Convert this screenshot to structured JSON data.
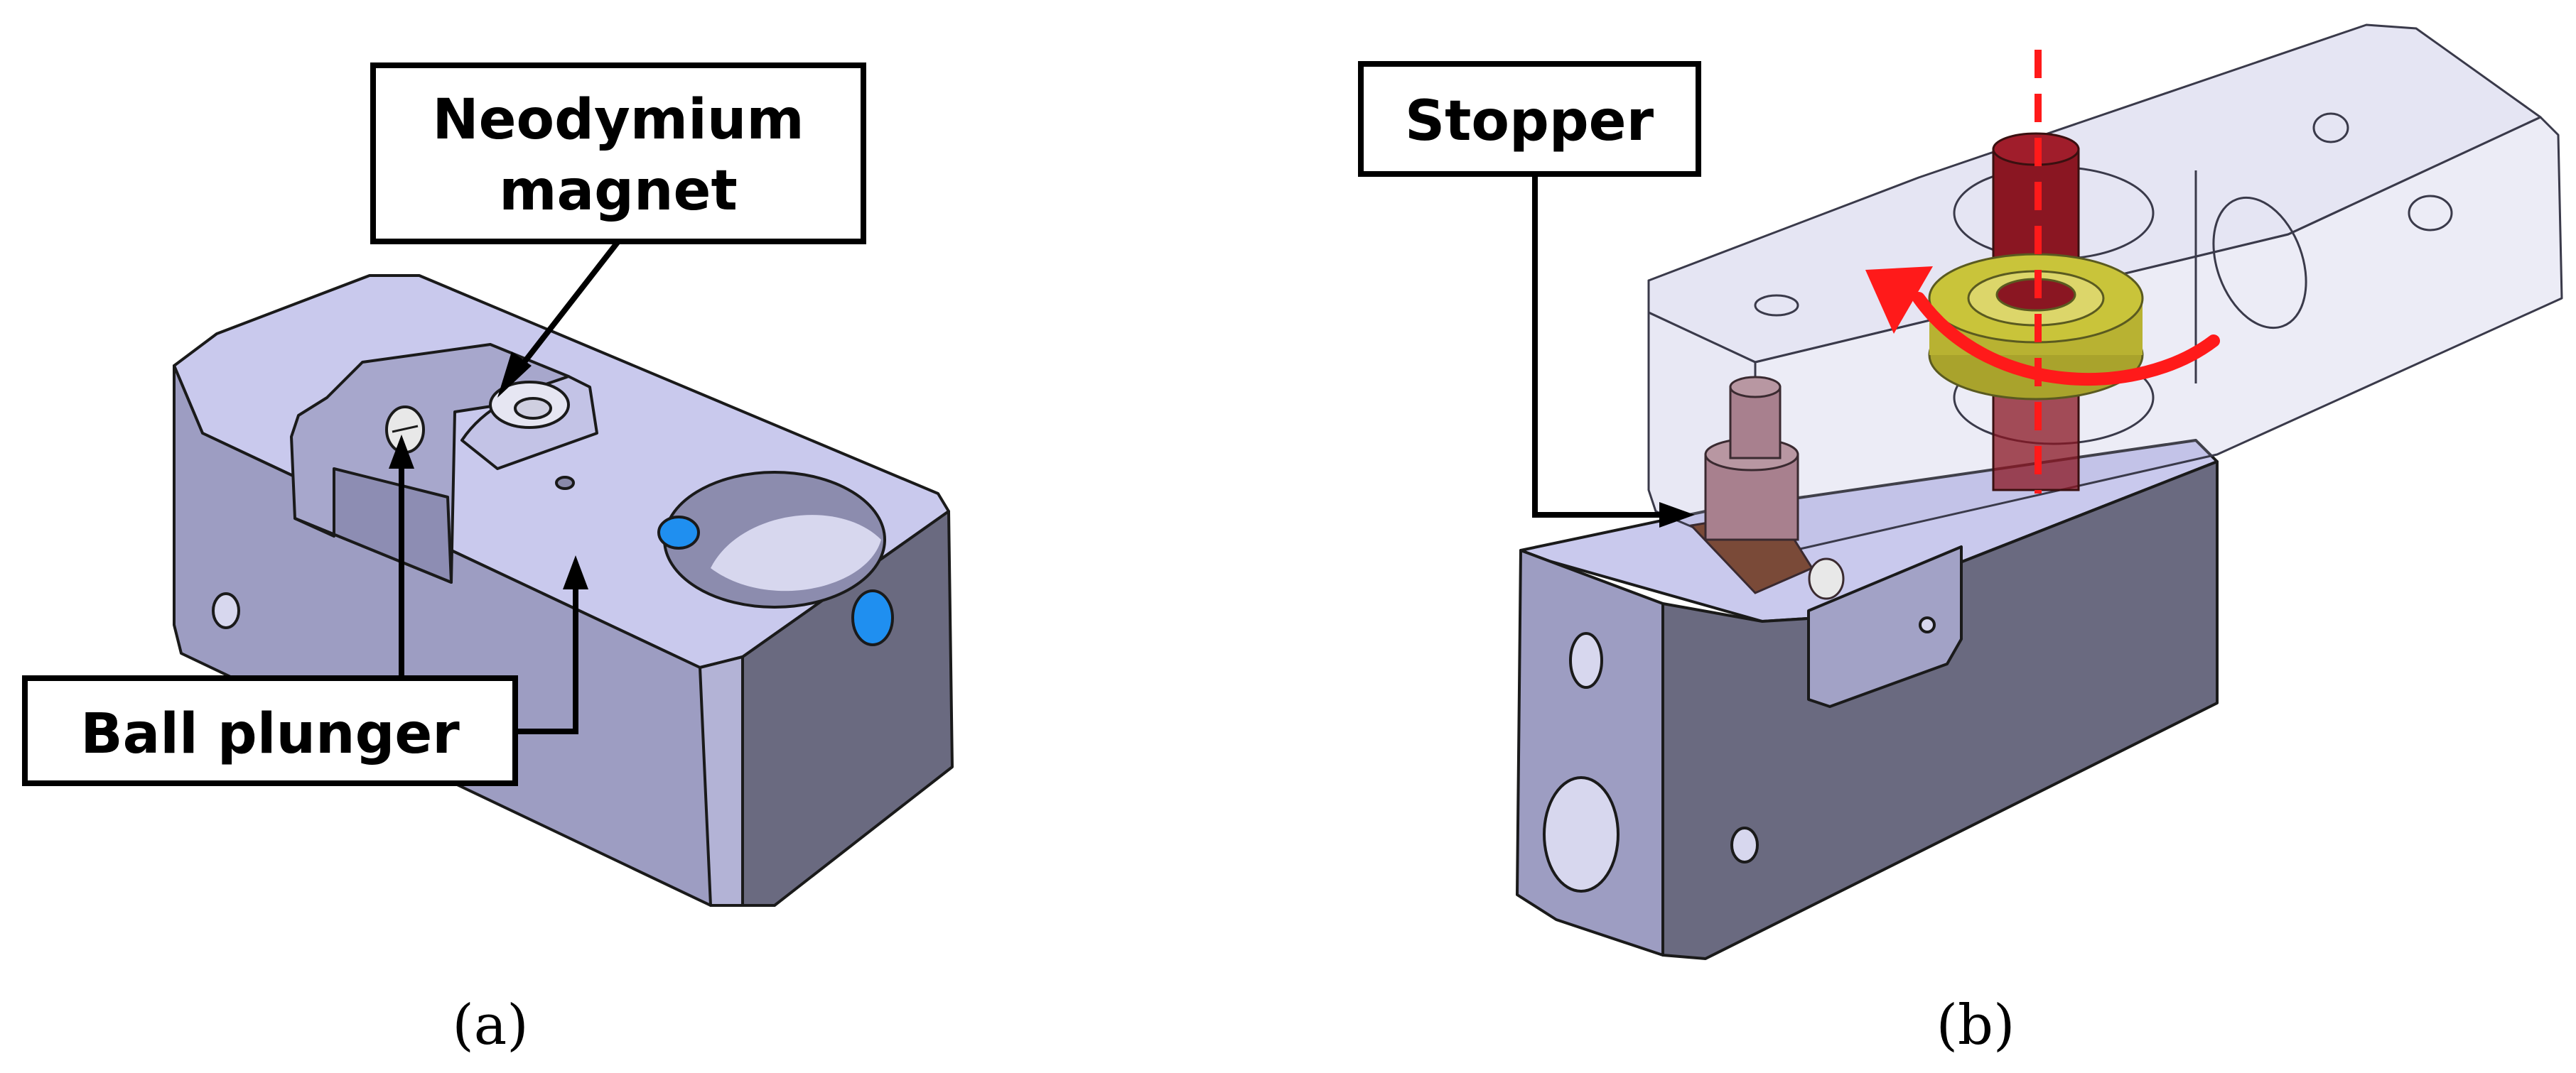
{
  "panels": {
    "a": {
      "caption": "(a)",
      "labels": {
        "magnet": [
          "Neodymium",
          "magnet"
        ],
        "plunger": "Ball plunger"
      }
    },
    "b": {
      "caption": "(b)",
      "labels": {
        "stopper": "Stopper"
      }
    }
  },
  "colors": {
    "body_top": "#c9c9ed",
    "body_front": "#9d9dc2",
    "body_side": "#6a6a80",
    "highlight_blue": "#1f8ff0",
    "transparent_block": "#b4b4dc",
    "shaft_red": "#8a1622",
    "bearing_yellow": "#c9c43a",
    "stopper_pink": "#a8808e",
    "arrow_red": "#ff1a1a",
    "outline": "#1a1a1a"
  }
}
